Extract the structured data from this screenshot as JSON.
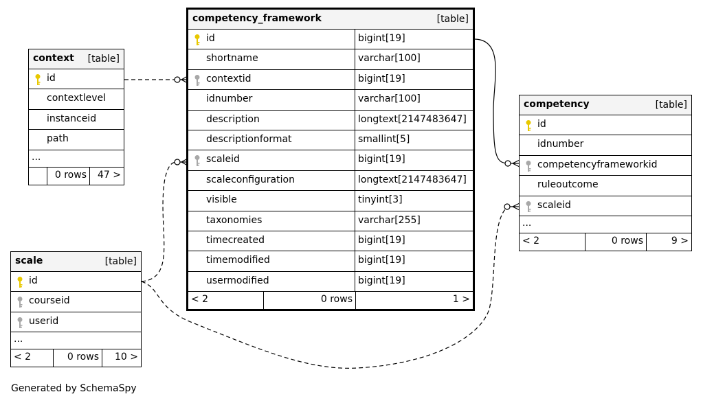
{
  "tables": {
    "competency_framework": {
      "name": "competency_framework",
      "kind": "[table]",
      "columns": [
        {
          "name": "id",
          "type": "bigint[19]",
          "key": "primary"
        },
        {
          "name": "shortname",
          "type": "varchar[100]",
          "key": "none"
        },
        {
          "name": "contextid",
          "type": "bigint[19]",
          "key": "foreign"
        },
        {
          "name": "idnumber",
          "type": "varchar[100]",
          "key": "none"
        },
        {
          "name": "description",
          "type": "longtext[2147483647]",
          "key": "none"
        },
        {
          "name": "descriptionformat",
          "type": "smallint[5]",
          "key": "none"
        },
        {
          "name": "scaleid",
          "type": "bigint[19]",
          "key": "foreign"
        },
        {
          "name": "scaleconfiguration",
          "type": "longtext[2147483647]",
          "key": "none"
        },
        {
          "name": "visible",
          "type": "tinyint[3]",
          "key": "none"
        },
        {
          "name": "taxonomies",
          "type": "varchar[255]",
          "key": "none"
        },
        {
          "name": "timecreated",
          "type": "bigint[19]",
          "key": "none"
        },
        {
          "name": "timemodified",
          "type": "bigint[19]",
          "key": "none"
        },
        {
          "name": "usermodified",
          "type": "bigint[19]",
          "key": "none"
        }
      ],
      "footer": {
        "parents": "< 2",
        "rows": "0 rows",
        "children": "1 >"
      }
    },
    "context": {
      "name": "context",
      "kind": "[table]",
      "columns": [
        {
          "name": "id",
          "key": "primary"
        },
        {
          "name": "contextlevel",
          "key": "none"
        },
        {
          "name": "instanceid",
          "key": "none"
        },
        {
          "name": "path",
          "key": "none"
        }
      ],
      "more": "...",
      "footer": {
        "parents": "",
        "rows": "0 rows",
        "children": "47 >"
      }
    },
    "scale": {
      "name": "scale",
      "kind": "[table]",
      "columns": [
        {
          "name": "id",
          "key": "primary"
        },
        {
          "name": "courseid",
          "key": "foreign"
        },
        {
          "name": "userid",
          "key": "foreign"
        }
      ],
      "more": "...",
      "footer": {
        "parents": "< 2",
        "rows": "0 rows",
        "children": "10 >"
      }
    },
    "competency": {
      "name": "competency",
      "kind": "[table]",
      "columns": [
        {
          "name": "id",
          "key": "primary"
        },
        {
          "name": "idnumber",
          "key": "none"
        },
        {
          "name": "competencyframeworkid",
          "key": "foreign"
        },
        {
          "name": "ruleoutcome",
          "key": "none"
        },
        {
          "name": "scaleid",
          "key": "foreign"
        }
      ],
      "more": "...",
      "footer": {
        "parents": "< 2",
        "rows": "0 rows",
        "children": "9 >"
      }
    }
  },
  "colors": {
    "primary_key": "#e8c800",
    "foreign_key": "#a8a8a8",
    "header_bg": "#f4f4f4"
  },
  "caption": "Generated by SchemaSpy"
}
